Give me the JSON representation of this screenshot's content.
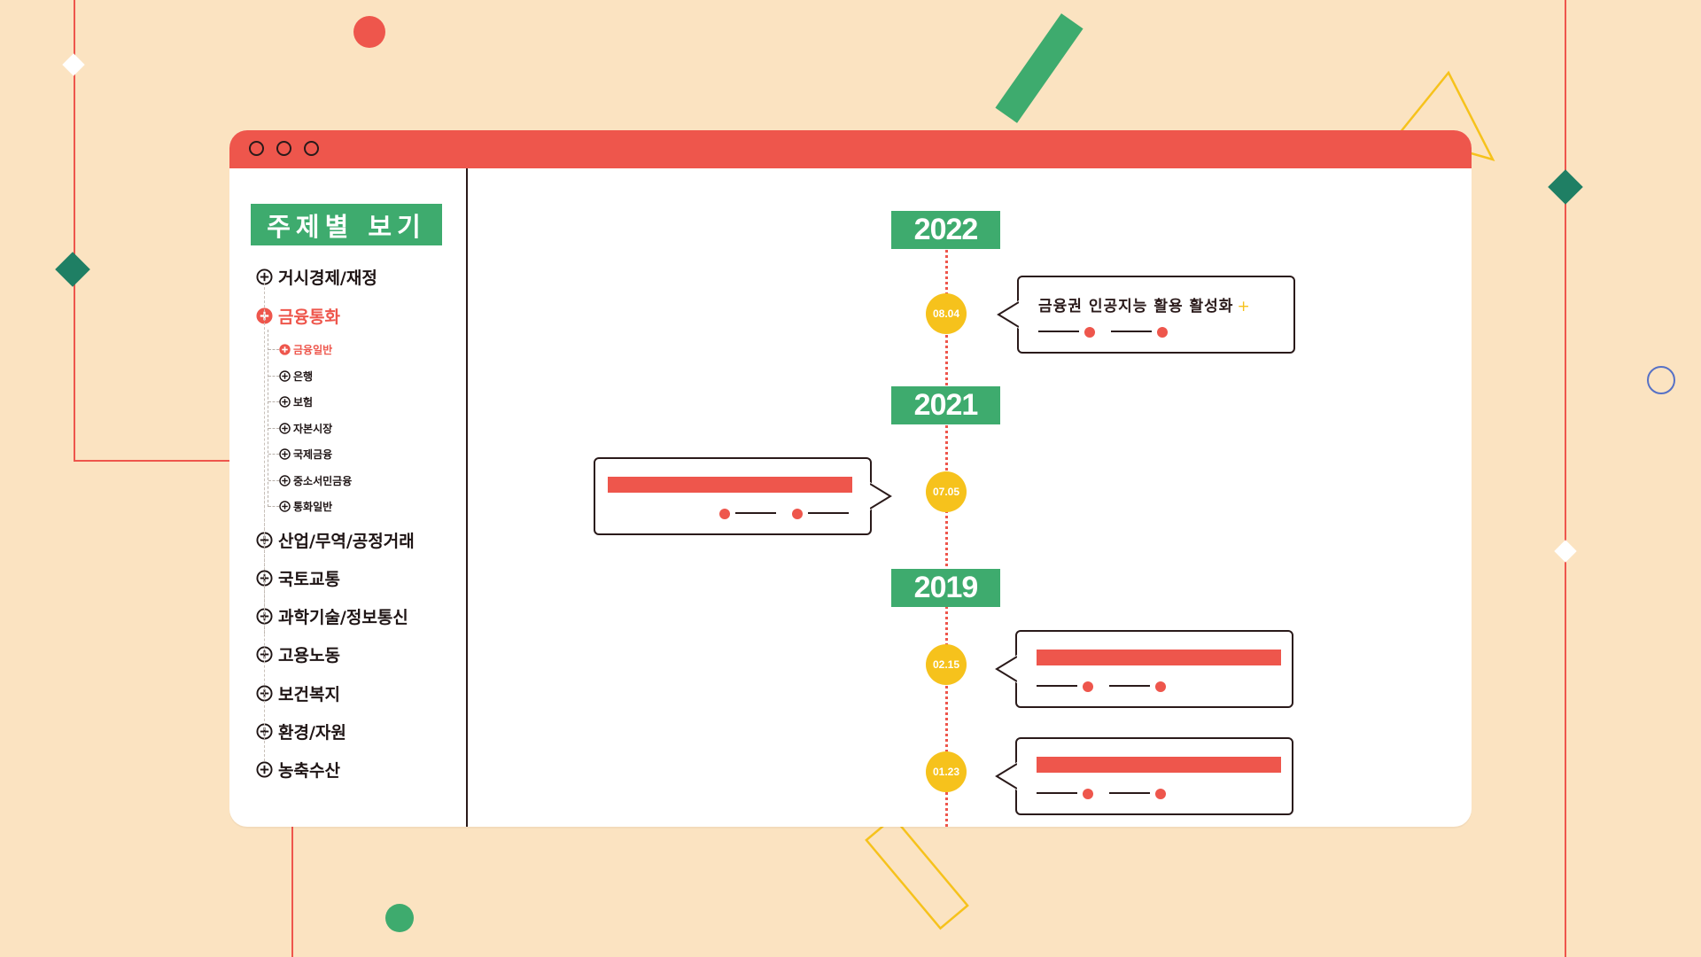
{
  "window": {
    "controls": [
      "close",
      "minimize",
      "maximize"
    ]
  },
  "sidebar": {
    "title": "주제별 보기",
    "items": [
      {
        "label": "거시경제/재정",
        "active": false
      },
      {
        "label": "금융통화",
        "active": true,
        "children": [
          {
            "label": "금융일반",
            "active": true
          },
          {
            "label": "은행",
            "active": false
          },
          {
            "label": "보험",
            "active": false
          },
          {
            "label": "자본시장",
            "active": false
          },
          {
            "label": "국제금융",
            "active": false
          },
          {
            "label": "중소서민금융",
            "active": false
          },
          {
            "label": "통화일반",
            "active": false
          }
        ]
      },
      {
        "label": "산업/무역/공정거래",
        "active": false
      },
      {
        "label": "국토교통",
        "active": false
      },
      {
        "label": "과학기술/정보통신",
        "active": false
      },
      {
        "label": "고용노동",
        "active": false
      },
      {
        "label": "보건복지",
        "active": false
      },
      {
        "label": "환경/자원",
        "active": false
      },
      {
        "label": "농축수산",
        "active": false
      }
    ]
  },
  "timeline": {
    "years": [
      "2022",
      "2021",
      "2019"
    ],
    "entries": [
      {
        "date": "08.04",
        "title": "금융권 인공지능 활용 활성화",
        "plus": "+"
      },
      {
        "date": "07.05",
        "title": ""
      },
      {
        "date": "02.15",
        "title": ""
      },
      {
        "date": "01.23",
        "title": ""
      }
    ]
  },
  "colors": {
    "background": "#fbe3c1",
    "accent_red": "#ee564c",
    "accent_green": "#3eab6e",
    "date_yellow": "#f6c21c",
    "dark": "#2a1a1a"
  }
}
